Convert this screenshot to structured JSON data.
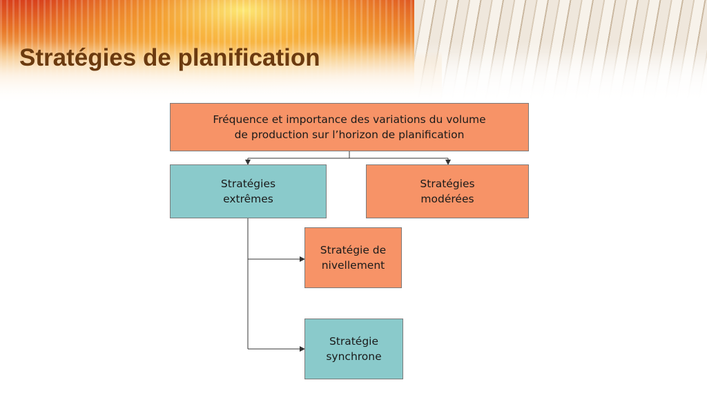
{
  "slide": {
    "title": "Stratégies de planification"
  },
  "diagram": {
    "root": {
      "line1": "Fréquence et importance des variations du volume",
      "line2": "de production sur l’horizon de planification"
    },
    "extreme": {
      "line1": "Stratégies",
      "line2": "extrêmes"
    },
    "moderate": {
      "line1": "Stratégies",
      "line2": "modérées"
    },
    "leveling": {
      "line1": "Stratégie de",
      "line2": "nivellement"
    },
    "synchronous": {
      "line1": "Stratégie",
      "line2": "synchrone"
    }
  },
  "colors": {
    "title": "#6b3a0f",
    "orange_box": "#f79367",
    "teal_box": "#8acacb",
    "connector": "#333333"
  }
}
